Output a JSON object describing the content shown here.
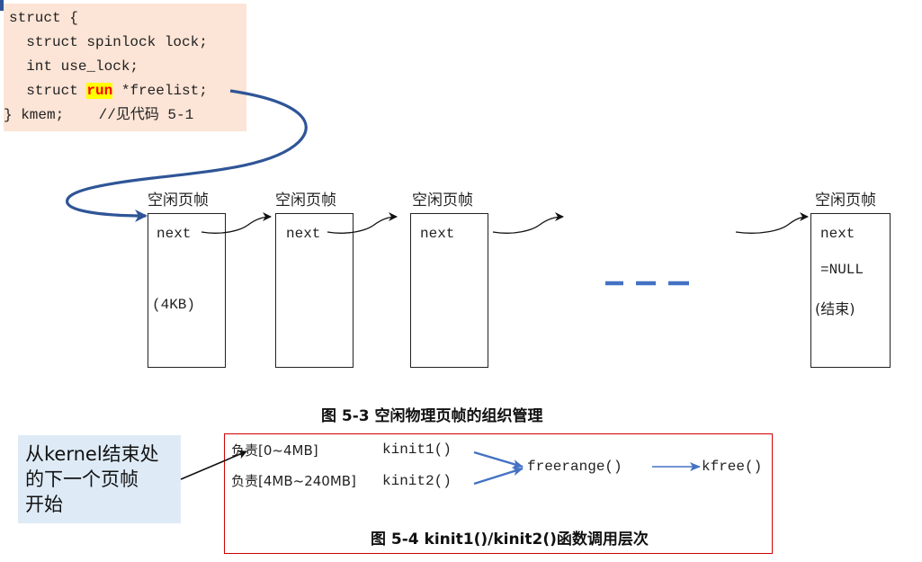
{
  "code": {
    "line1": "struct {",
    "line2": "  struct spinlock lock;",
    "line3": "  int use_lock;",
    "line4_prefix": "  struct ",
    "line4_highlight": "run",
    "line4_suffix": " *freelist;",
    "line5": "} kmem;    //见代码 5-1"
  },
  "frames": [
    {
      "title": "空闲页帧",
      "next": "next",
      "extra": "(4KB)"
    },
    {
      "title": "空闲页帧",
      "next": "next"
    },
    {
      "title": "空闲页帧",
      "next": "next"
    },
    {
      "title": "空闲页帧",
      "next": "next",
      "extra1": "=NULL",
      "extra2": "(结束)"
    }
  ],
  "fig3_caption": "图  5-3  空闲物理页帧的组织管理",
  "note": {
    "line1": "从kernel结束处",
    "line2": "的下一个页帧",
    "line3": "开始"
  },
  "fig4": {
    "row1_label": "负责[0~4MB]",
    "row1_func": "kinit1()",
    "row2_label": "负责[4MB~240MB]",
    "row2_func": "kinit2()",
    "freerange": "freerange()",
    "kfree": "kfree()",
    "caption": "图  5-4 kinit1()/kinit2()函数调用层次"
  },
  "colors": {
    "code_bg": "#fce4d6",
    "highlight_bg": "#ffff00",
    "highlight_text": "#ff0000",
    "curve_blue": "#2f5597",
    "call_arrow_blue": "#4472c4",
    "note_bg": "#deebf7",
    "box_border_red": "#d00000"
  }
}
